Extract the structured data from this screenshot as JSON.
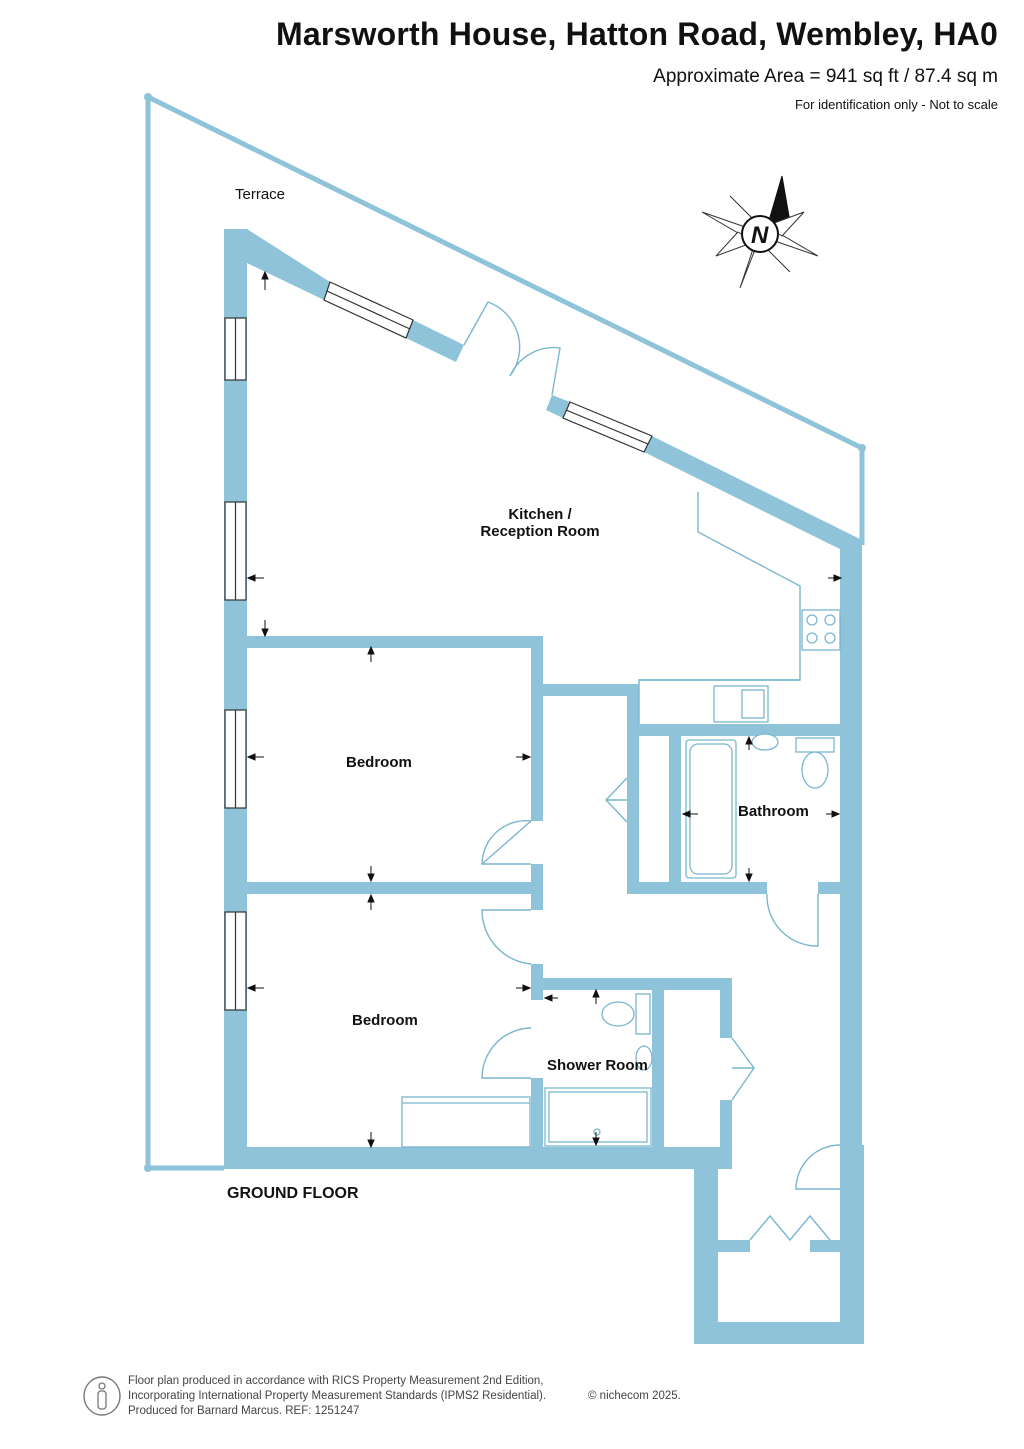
{
  "header": {
    "title": "Marsworth House, Hatton Road, Wembley, HA0",
    "area": "Approximate Area = 941 sq ft / 87.4 sq m",
    "note": "For identification only - Not to scale"
  },
  "rooms": {
    "terrace": "Terrace",
    "kitchen_line1": "Kitchen /",
    "kitchen_line2": "Reception Room",
    "bedroom1": "Bedroom",
    "bedroom2": "Bedroom",
    "bathroom": "Bathroom",
    "shower_room": "Shower Room"
  },
  "floor_label": "GROUND FLOOR",
  "compass": {
    "letter": "N",
    "icon": "compass-icon"
  },
  "footer": {
    "line1": "Floor plan produced in accordance with RICS Property Measurement 2nd Edition,",
    "line2": "Incorporating International Property Measurement Standards (IPMS2 Residential).",
    "line3": "Produced for Barnard Marcus.   REF: 1251247",
    "copyright": "© nichecom 2025."
  },
  "colors": {
    "wall": "#8fc3da",
    "text": "#111111",
    "line": "#7ab6d0"
  }
}
